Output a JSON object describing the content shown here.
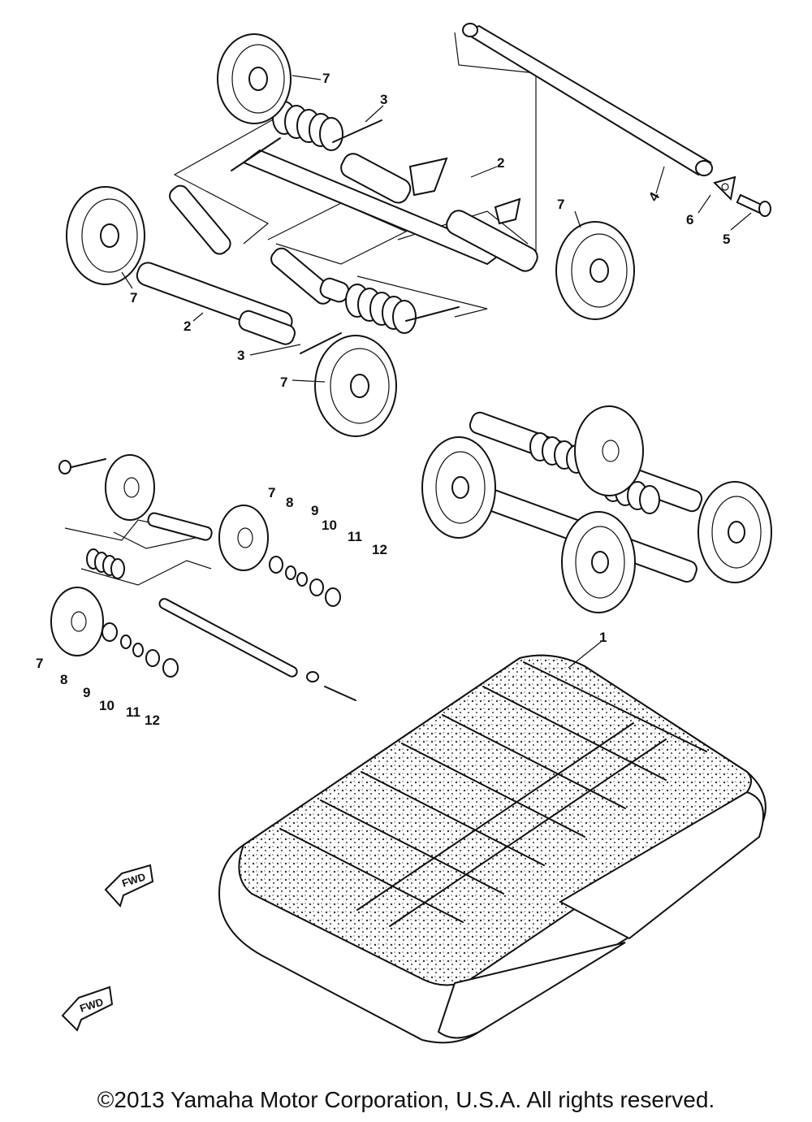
{
  "callouts": {
    "track": "1",
    "slide_rail_arm": "2",
    "spring_rod": "3",
    "shaft": "4",
    "bolt": "5",
    "washer_plate": "6",
    "wheel": "7",
    "bearing": "8",
    "spacer": "9",
    "washer_a": "10",
    "circlip": "11",
    "cap": "12"
  },
  "fwd_label": "FWD",
  "copyright": "©2013 Yamaha Motor Corporation, U.S.A. All rights reserved."
}
